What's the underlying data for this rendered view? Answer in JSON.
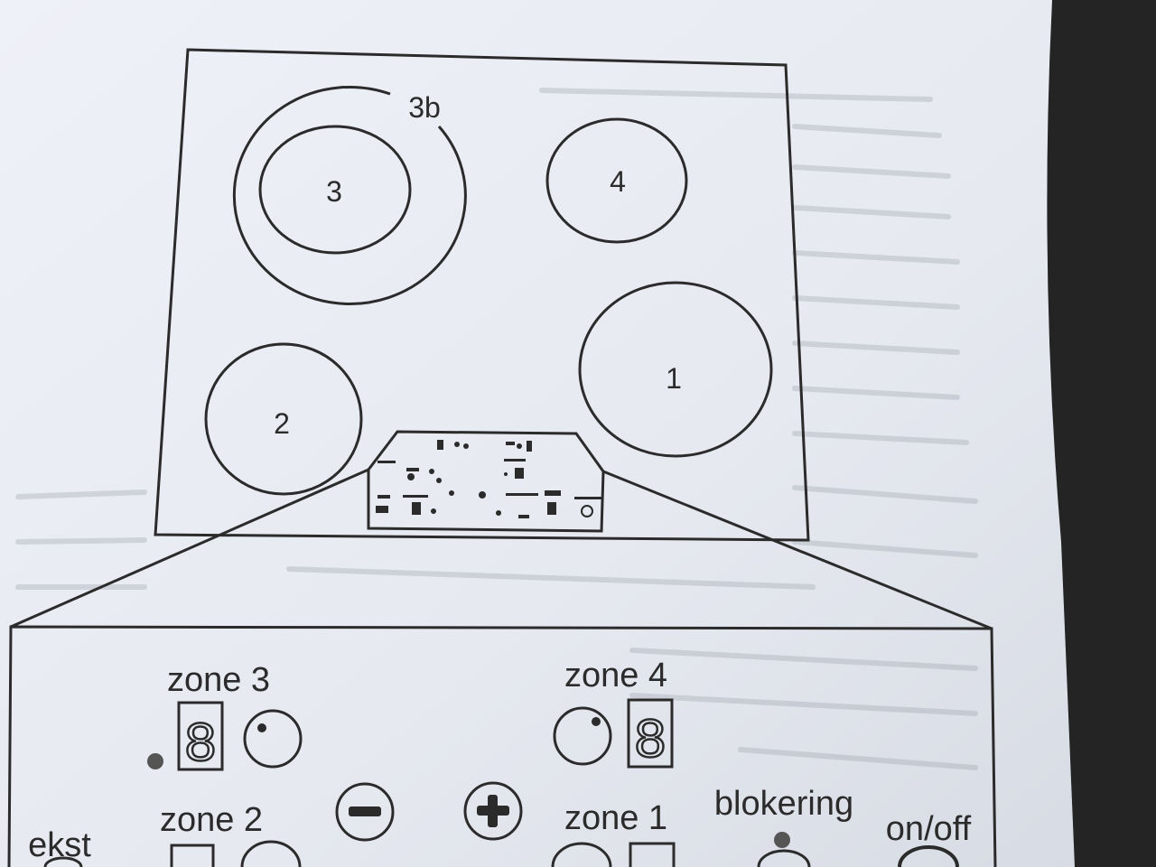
{
  "cooktop": {
    "zones": [
      {
        "id": "3",
        "label": "3"
      },
      {
        "id": "3b",
        "label": "3b"
      },
      {
        "id": "4",
        "label": "4"
      },
      {
        "id": "2",
        "label": "2"
      },
      {
        "id": "1",
        "label": "1"
      }
    ]
  },
  "panel": {
    "zone3": {
      "label": "zone 3",
      "digit": "8"
    },
    "zone4": {
      "label": "zone 4",
      "digit": "8"
    },
    "zone2": {
      "label": "zone 2"
    },
    "zone1": {
      "label": "zone 1"
    },
    "ekst": "ekst",
    "blokering": "blokering",
    "onoff": "on/off",
    "minus_icon": "minus-icon",
    "plus_icon": "plus-icon"
  },
  "colors": {
    "paper": "#e9ecf3",
    "ink": "#2b2b2b",
    "background": "#2a2a2a"
  }
}
